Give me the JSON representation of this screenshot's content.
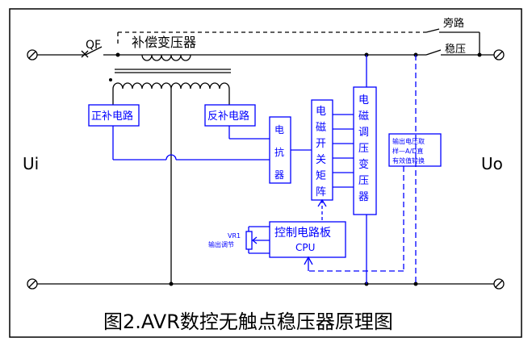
{
  "diagram": {
    "title": "图2.AVR数控无触点稳压器原理图",
    "input_label": "Ui",
    "output_label": "Uo",
    "breaker_label": "QF",
    "transformer_label": "补偿变压器",
    "bypass_label": "旁路",
    "regulate_label": "稳压",
    "positive_comp": "正补电路",
    "negative_comp": "反补电路",
    "reactor": [
      "电",
      "抗",
      "器"
    ],
    "switch_matrix": [
      "电",
      "磁",
      "开",
      "关",
      "矩",
      "阵"
    ],
    "regulator_transformer": [
      "电",
      "磁",
      "调",
      "压",
      "变",
      "压",
      "器"
    ],
    "control_board": "控制电路板",
    "cpu": "CPU",
    "vr_label": "VR1",
    "vr_desc": "输出调节",
    "sampling": [
      "输出电压取",
      "样—A/D直",
      "有效值转换"
    ],
    "colors": {
      "wire": "#000000",
      "blue": "#0000ff",
      "border": "#000000"
    }
  }
}
